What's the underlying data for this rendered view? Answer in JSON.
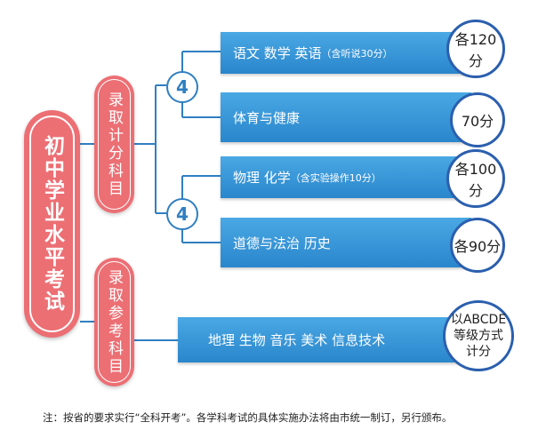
{
  "main_title": "初中学业水平考试",
  "categories": [
    {
      "label": "录取计分科目"
    },
    {
      "label": "录取参考科目"
    }
  ],
  "groups": [
    {
      "count": "4"
    },
    {
      "count": "4"
    }
  ],
  "subjects": [
    {
      "name": "语文  数学  英语",
      "note": "（含听说30分）",
      "score": "各120分"
    },
    {
      "name": "体育与健康",
      "note": "",
      "score": "70分"
    },
    {
      "name": "物理  化学",
      "note": "（含实验操作10分）",
      "score": "各100分"
    },
    {
      "name": "道德与法治  历史",
      "note": "",
      "score": "各90分"
    },
    {
      "name": "地理  生物  音乐  美术  信息技术",
      "note": "",
      "score": "以ABCDE等级方式计分"
    }
  ],
  "footnote": "注：按省的要求实行“全科开考”。各学科考试的具体实施办法将由市统一制订，另行颁布。",
  "colors": {
    "pink": "#ec6f74",
    "blue": "#2a86cc",
    "line": "#2f7fc1"
  }
}
